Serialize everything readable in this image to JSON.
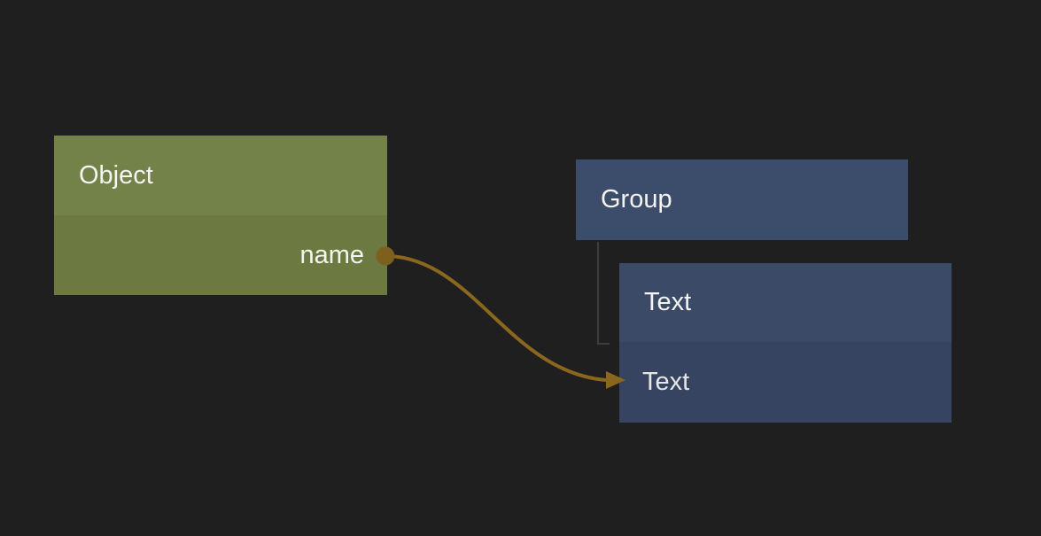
{
  "colors": {
    "canvas-bg": "#1f1f1f",
    "object-header": "#738248",
    "object-body": "#6c7a42",
    "group-fill": "#3c4d6b",
    "text-header": "#3a4a67",
    "text-body": "#374461",
    "edge-gold": "#8a671d",
    "port-dot": "#7d5f1e",
    "tree-line": "#3d3d3d",
    "label-light": "#f4f4f2",
    "label-dim": "#e6e6e4"
  },
  "nodes": {
    "object": {
      "title": "Object",
      "field_label": "name"
    },
    "group": {
      "title": "Group"
    },
    "text": {
      "title": "Text",
      "field_label": "Text"
    }
  }
}
